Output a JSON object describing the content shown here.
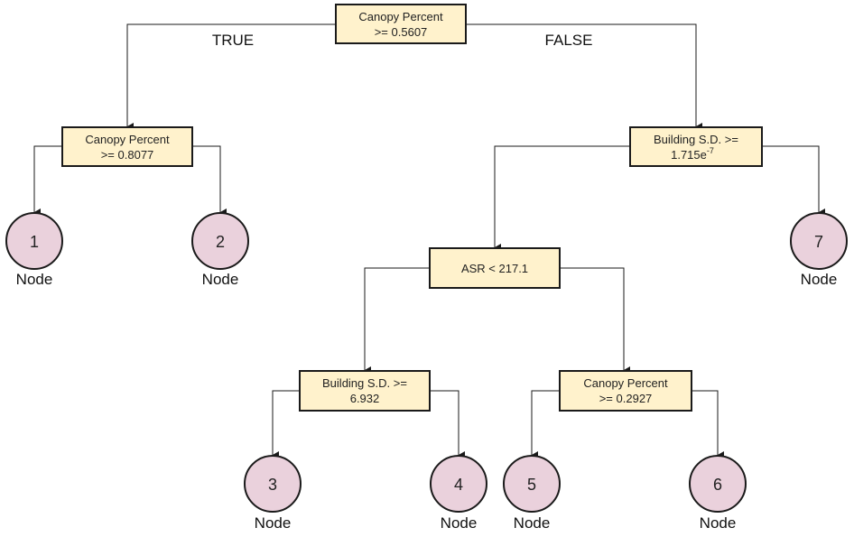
{
  "title": "Decision tree",
  "branch_labels": {
    "true": "TRUE",
    "false": "FALSE"
  },
  "splits": [
    {
      "id": "root",
      "line1": "Canopy Percent",
      "line2": ">= 0.5607"
    },
    {
      "id": "left",
      "line1": "Canopy Percent",
      "line2": ">= 0.8077"
    },
    {
      "id": "right",
      "line1": "Building S.D. >=",
      "line2": "1.715e",
      "line2_sup": "-7"
    },
    {
      "id": "asr",
      "line1": "ASR < 217.1",
      "line2": ""
    },
    {
      "id": "bsd",
      "line1": "Building S.D. >=",
      "line2": "6.932"
    },
    {
      "id": "cp",
      "line1": "Canopy Percent",
      "line2": ">= 0.2927"
    }
  ],
  "leaves": [
    {
      "number": "1",
      "label": "Node"
    },
    {
      "number": "2",
      "label": "Node"
    },
    {
      "number": "3",
      "label": "Node"
    },
    {
      "number": "4",
      "label": "Node"
    },
    {
      "number": "5",
      "label": "Node"
    },
    {
      "number": "6",
      "label": "Node"
    },
    {
      "number": "7",
      "label": "Node"
    }
  ],
  "colors": {
    "split_fill": "#fff2cc",
    "leaf_fill": "#ead1dc",
    "line": "#1a1a1a"
  }
}
